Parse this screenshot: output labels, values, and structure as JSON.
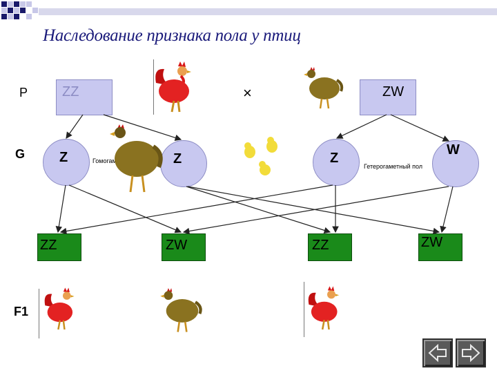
{
  "title": "Наследование признака пола у птиц",
  "row_labels": {
    "p": "P",
    "g": "G",
    "f1": "F1"
  },
  "parents": {
    "left": "ZZ",
    "right": "ZW",
    "cross": "×"
  },
  "gametes": {
    "g1": "Z",
    "g2": "Z",
    "g3": "Z",
    "g4": "W"
  },
  "notes": {
    "homogametic": "Гомогаметный пол",
    "heterogametic": "Гетерогаметный пол"
  },
  "offspring": [
    "ZZ",
    "ZW",
    "ZZ",
    "ZW"
  ],
  "colors": {
    "blue": "#c8c8f0",
    "green": "#1a8a1a",
    "rooster": "#e32222",
    "hen": "#8a7220"
  },
  "nav": {
    "prev": "arrow-left-icon",
    "next": "arrow-right-icon"
  }
}
